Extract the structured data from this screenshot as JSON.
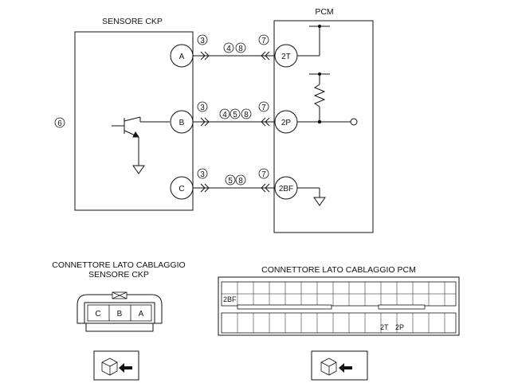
{
  "diagram": {
    "sensor_title": "SENSORE CKP",
    "pcm_title": "PCM",
    "left_callout": "6",
    "sensor_pins": [
      "A",
      "B",
      "C"
    ],
    "pcm_pins": [
      "2T",
      "2P",
      "2BF"
    ],
    "wires": [
      {
        "near_sensor": "3",
        "middle": [
          "4",
          "8"
        ],
        "near_pcm": "7"
      },
      {
        "near_sensor": "3",
        "middle": [
          "4",
          "5",
          "8"
        ],
        "near_pcm": "7"
      },
      {
        "near_sensor": "3",
        "middle": [
          "5",
          "8"
        ],
        "near_pcm": "7"
      }
    ]
  },
  "connectors": {
    "sensor_title_line1": "CONNETTORE LATO CABLAGGIO",
    "sensor_title_line2": "SENSORE CKP",
    "sensor_cells": [
      "C",
      "B",
      "A"
    ],
    "pcm_title": "CONNETTORE LATO CABLAGGIO PCM",
    "pcm_pin_labels": [
      "2BF",
      "2T",
      "2P"
    ]
  }
}
